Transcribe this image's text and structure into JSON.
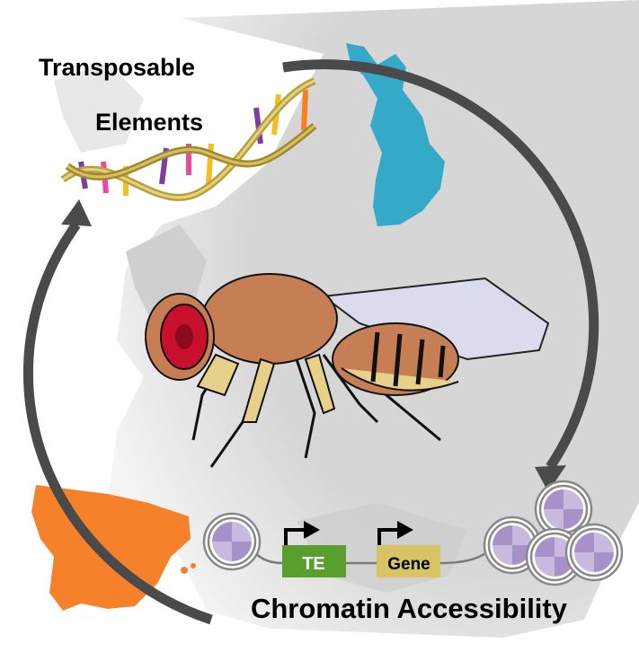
{
  "labels": {
    "transposable": "Transposable",
    "elements": "Elements",
    "te_box": "TE",
    "gene_box": "Gene",
    "chromatin": "Chromatin Accessibility"
  },
  "colors": {
    "map": "#d4d4d4",
    "finland": "#35a9c8",
    "spain": "#f5822a",
    "arrow": "#4a4a4a",
    "te": "#5a9e2d",
    "gene": "#d8c465",
    "nucleosome_dark": "#a692c8",
    "nucleosome_light": "#c8bade",
    "fly_body": "#c67f55",
    "fly_eye": "#c8102e",
    "fly_wing": "#dcdcf0"
  }
}
